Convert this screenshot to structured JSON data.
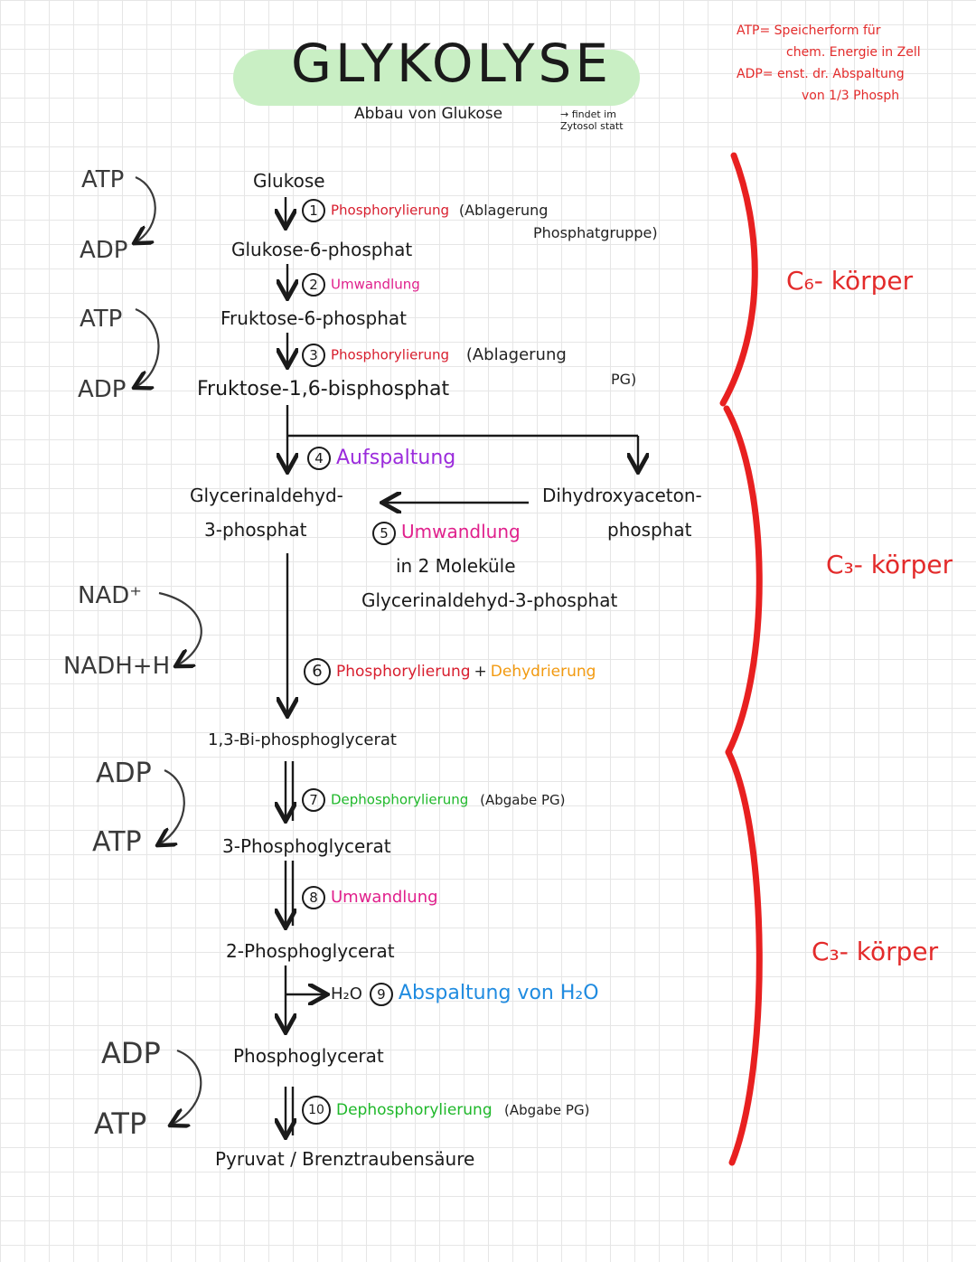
{
  "title": "GLYKOLYSE",
  "subtitle": "Abbau von Glukose",
  "subtitle_note": "→ findet im Zytosol statt",
  "note_lines": [
    "ATP= Speicherform für",
    "chem. Energie in Zell",
    "ADP= enst. dr. Abspaltung",
    "von 1/3 Phosph"
  ],
  "molecules": {
    "glukose": "Glukose",
    "g6p": "Glukose-6-phosphat",
    "f6p": "Fruktose-6-phosphat",
    "f16bp": "Fruktose-1,6-bisphosphat",
    "gap_line1": "Glycerinaldehyd-",
    "gap_line2": "3-phosphat",
    "dhap_line1": "Dihydroxyaceton-",
    "dhap_line2": "phosphat",
    "in2": "in 2 Moleküle",
    "gap_full": "Glycerinaldehyd-3-phosphat",
    "bpg": "1,3-Bi-phosphoglycerat",
    "pg3": "3-Phosphoglycerat",
    "pg2": "2-Phosphoglycerat",
    "pep": "Phosphoglycerat",
    "pyruvat": "Pyruvat / Brenztraubensäure"
  },
  "steps": {
    "s1_num": "1",
    "s1": "Phosphorylierung",
    "s1_note_a": "(Ablagerung",
    "s1_note_b": "Phosphatgruppe)",
    "s2_num": "2",
    "s2": "Umwandlung",
    "s3_num": "3",
    "s3": "Phosphorylierung",
    "s3_note_a": "(Ablagerung",
    "s3_note_b": "PG)",
    "s4_num": "4",
    "s4": "Aufspaltung",
    "s5_num": "5",
    "s5": "Umwandlung",
    "s6_num": "6",
    "s6a": "Phosphorylierung",
    "s6_plus": "+",
    "s6b": "Dehydrierung",
    "s7_num": "7",
    "s7": "Dephosphorylierung",
    "s7_note": "(Abgabe PG)",
    "s8_num": "8",
    "s8": "Umwandlung",
    "s9_num": "9",
    "s9_h2o": "H₂O",
    "s9": "Abspaltung von H₂O",
    "s10_num": "10",
    "s10": "Dephosphorylierung",
    "s10_note": "(Abgabe PG)"
  },
  "cofactors": {
    "c1_in": "ATP",
    "c1_out": "ADP",
    "c2_in": "ATP",
    "c2_out": "ADP",
    "c3_in": "NAD⁺",
    "c3_out": "NADH+H",
    "c4_in": "ADP",
    "c4_out": "ATP",
    "c5_in": "ADP",
    "c5_out": "ATP"
  },
  "body_labels": {
    "c6": "C₆- körper",
    "c3a": "C₃- körper",
    "c3b": "C₃- körper"
  },
  "colors": {
    "red_note": "#e32b2b",
    "phosphorylation": "#d81e2e",
    "conversion": "#e0208c",
    "split": "#9b2bdc",
    "dehydrogenation": "#f29a10",
    "dephosphorylation": "#1fb82a",
    "water": "#1f8be0",
    "title_highlight": "#c9efc4"
  }
}
